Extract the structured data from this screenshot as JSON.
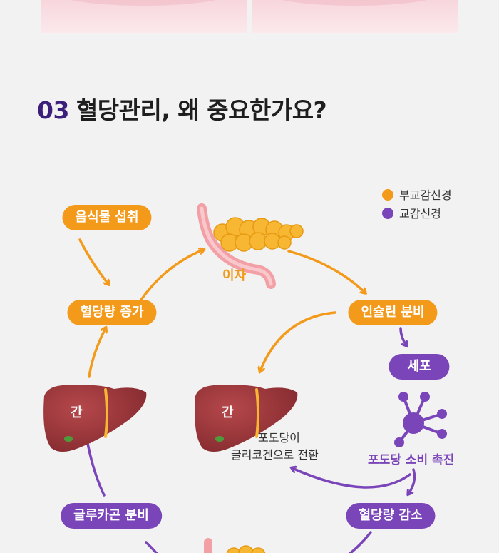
{
  "heading": {
    "number": "03",
    "title": "혈당관리, 왜 중요한가요?"
  },
  "legend": [
    {
      "label": "부교감신경",
      "color": "#f39a1a"
    },
    {
      "label": "교감신경",
      "color": "#7a45b9"
    }
  ],
  "nodes": {
    "food_intake": "음식물 섭취",
    "blood_sugar_increase": "혈당량 증가",
    "pancreas": "이자",
    "insulin_secretion": "인슐린 분비",
    "cell": "세포",
    "glucose_consumption": "포도당 소비 촉진",
    "liver_left": "간",
    "liver_center": "간",
    "glucose_to_glycogen": [
      "포도당이",
      "글리코겐으로 전환"
    ],
    "glucagon_secretion": "글루카곤 분비",
    "blood_sugar_decrease": "혈당량 감소"
  },
  "colors": {
    "parasympathetic": "#f39a1a",
    "sympathetic": "#7a45b9",
    "liver": "#9a3338",
    "pancreas": "#f7b733"
  }
}
